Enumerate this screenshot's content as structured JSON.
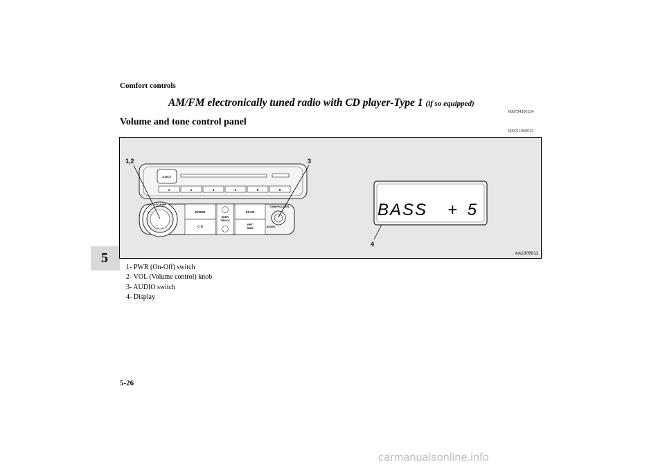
{
  "header": {
    "section": "Comfort controls"
  },
  "side_tab": {
    "number": "5"
  },
  "heading": {
    "title": "AM/FM electronically tuned radio with CD player-Type 1",
    "suffix": "(if so equipped)",
    "code": "N00734300124"
  },
  "subheading": {
    "title": "Volume and tone control panel",
    "code": "N00711900572"
  },
  "figure": {
    "code": "AA1005811",
    "callouts": [
      "1,2",
      "3",
      "4"
    ],
    "panel": {
      "eject": "EJECT",
      "presets": [
        "1",
        "2",
        "3",
        "4",
        "5",
        "6"
      ],
      "knob_label": "VOL/PWR",
      "radio": "RADIO",
      "cd": "C D",
      "seek": "SEEK",
      "track": "TRACK",
      "scan": "SCAN",
      "rpt": "RPT",
      "rdm": "RDM",
      "tune": "TUNE/FOLDER",
      "audio": "AUDIO"
    },
    "display": {
      "mode": "BASS",
      "value": "+ 5"
    }
  },
  "legend": [
    "1-  PWR (On-Off) switch",
    "2-  VOL (Volume control) knob",
    "3-  AUDIO switch",
    "4-  Display"
  ],
  "footer": {
    "page": "5-26"
  },
  "watermark": "carmanualsonline.info"
}
